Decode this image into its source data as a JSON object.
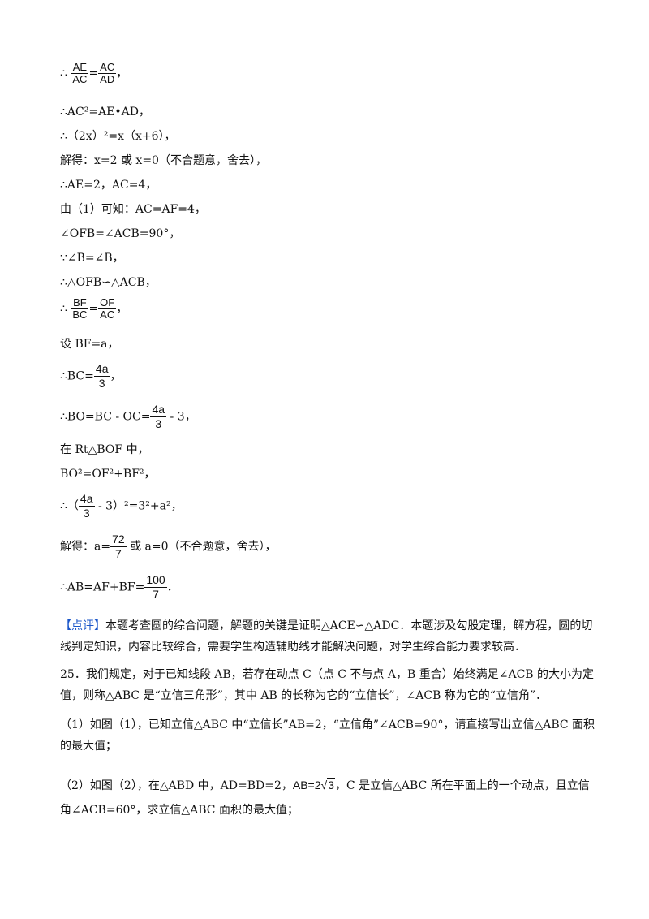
{
  "lines": {
    "l1": {
      "pre": "∴",
      "f1_num": "AE",
      "f1_den": "AC",
      "mid": "=",
      "f2_num": "AC",
      "f2_den": "AD",
      "post": "，"
    },
    "l2": "∴AC²=AE•AD，",
    "l3": "∴（2x）²=x（x+6），",
    "l4": "解得：x=2 或 x=0（不合题意，舍去），",
    "l5": "∴AE=2，AC=4，",
    "l6": "由（1）可知：AC=AF=4，",
    "l7": "∠OFB=∠ACB=90°，",
    "l8": "∵∠B=∠B，",
    "l9": "∴△OFB∽△ACB，",
    "l10": {
      "pre": "∴",
      "f1_num": "BF",
      "f1_den": "BC",
      "mid": "=",
      "f2_num": "OF",
      "f2_den": "AC",
      "post": "，"
    },
    "l11": "设 BF=a，",
    "l12": {
      "pre": "∴BC=",
      "f_num": "4a",
      "f_den": "3",
      "post": "，"
    },
    "l13": {
      "pre": "∴BO=BC - OC=",
      "f_num": "4a",
      "f_den": "3",
      "post": " - 3，"
    },
    "l14": "在 Rt△BOF 中，",
    "l15": "BO²=OF²+BF²，",
    "l16": {
      "pre": "∴（",
      "f_num": "4a",
      "f_den": "3",
      "post": " - 3）²=3²+a²，"
    },
    "l17": {
      "pre": "解得：a=",
      "f_num": "72",
      "f_den": "7",
      "post": " 或 a=0（不合题意，舍去），"
    },
    "l18": {
      "pre": "∴AB=AF+BF=",
      "f_num": "100",
      "f_den": "7",
      "post": "．"
    }
  },
  "comment": {
    "tag": "【点评】",
    "text": "本题考查圆的综合问题，解题的关键是证明△ACE∽△ADC．本题涉及勾股定理，解方程，圆的切线判定知识，内容比较综合，需要学生构造辅助线才能解决问题，对学生综合能力要求较高．"
  },
  "q25": {
    "intro": "25．我们规定，对于已知线段 AB，若存在动点 C（点 C 不与点 A，B 重合）始终满足∠ACB 的大小为定值，则称△ABC 是“立信三角形”，其中 AB 的长称为它的“立信长”，∠ACB 称为它的“立信角”．",
    "part1": "（1）如图（1），已知立信△ABC 中“立信长”AB=2，“立信角”∠ACB=90°，请直接写出立信△ABC 面积的最大值；",
    "part2_pre": "（2）如图（2），在△ABD 中，AD=BD=2，",
    "part2_ab": "AB=2",
    "part2_rad": "3",
    "part2_post": "，C 是立信△ABC 所在平面上的一个动点，且立信角∠ACB=60°，求立信△ABC 面积的最大值；"
  }
}
